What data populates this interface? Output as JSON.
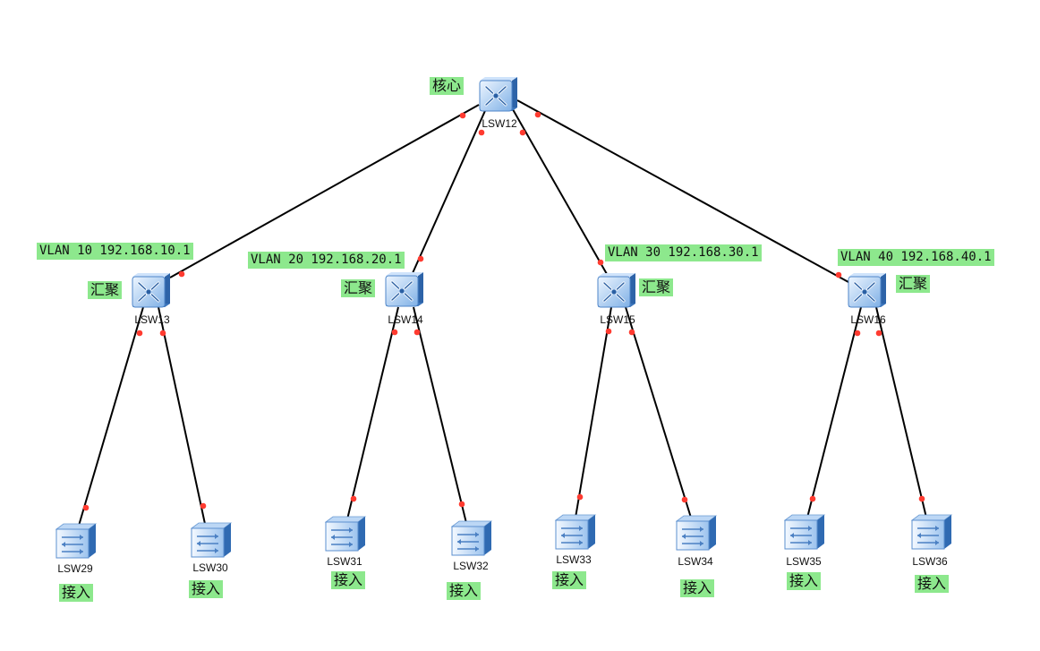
{
  "colors": {
    "link": "#000000",
    "port": "#ff3b30",
    "label_bg": "#8de88d"
  },
  "switches": {
    "core": {
      "name": "LSW12",
      "role": "核心",
      "icon": "l3-switch-icon"
    },
    "agg": [
      {
        "name": "LSW13",
        "role": "汇聚",
        "vlan": "VLAN 10 192.168.10.1",
        "icon": "l3-switch-icon"
      },
      {
        "name": "LSW14",
        "role": "汇聚",
        "vlan": "VLAN 20 192.168.20.1",
        "icon": "l3-switch-icon"
      },
      {
        "name": "LSW15",
        "role": "汇聚",
        "vlan": "VLAN 30 192.168.30.1",
        "icon": "l3-switch-icon"
      },
      {
        "name": "LSW16",
        "role": "汇聚",
        "vlan": "VLAN 40 192.168.40.1",
        "icon": "l3-switch-icon"
      }
    ],
    "access": [
      {
        "name": "LSW29",
        "role": "接入",
        "icon": "l2-switch-icon"
      },
      {
        "name": "LSW30",
        "role": "接入",
        "icon": "l2-switch-icon"
      },
      {
        "name": "LSW31",
        "role": "接入",
        "icon": "l2-switch-icon"
      },
      {
        "name": "LSW32",
        "role": "接入",
        "icon": "l2-switch-icon"
      },
      {
        "name": "LSW33",
        "role": "接入",
        "icon": "l2-switch-icon"
      },
      {
        "name": "LSW34",
        "role": "接入",
        "icon": "l2-switch-icon"
      },
      {
        "name": "LSW35",
        "role": "接入",
        "icon": "l2-switch-icon"
      },
      {
        "name": "LSW36",
        "role": "接入",
        "icon": "l2-switch-icon"
      }
    ]
  }
}
